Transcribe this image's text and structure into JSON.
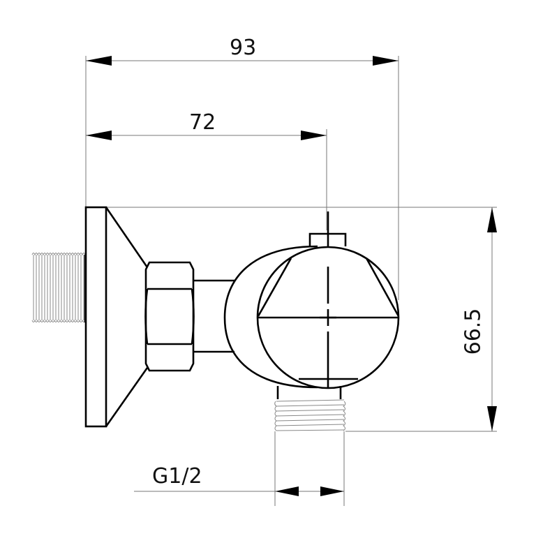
{
  "drawing": {
    "subject": "angle valve technical drawing",
    "units": "mm",
    "dimensions": {
      "overall_width": "93",
      "axis_width": "72",
      "height": "66.5",
      "outlet_thread": "G1/2"
    },
    "colors": {
      "line": "#000000",
      "dimension_line": "#777777",
      "background": "#ffffff"
    }
  }
}
